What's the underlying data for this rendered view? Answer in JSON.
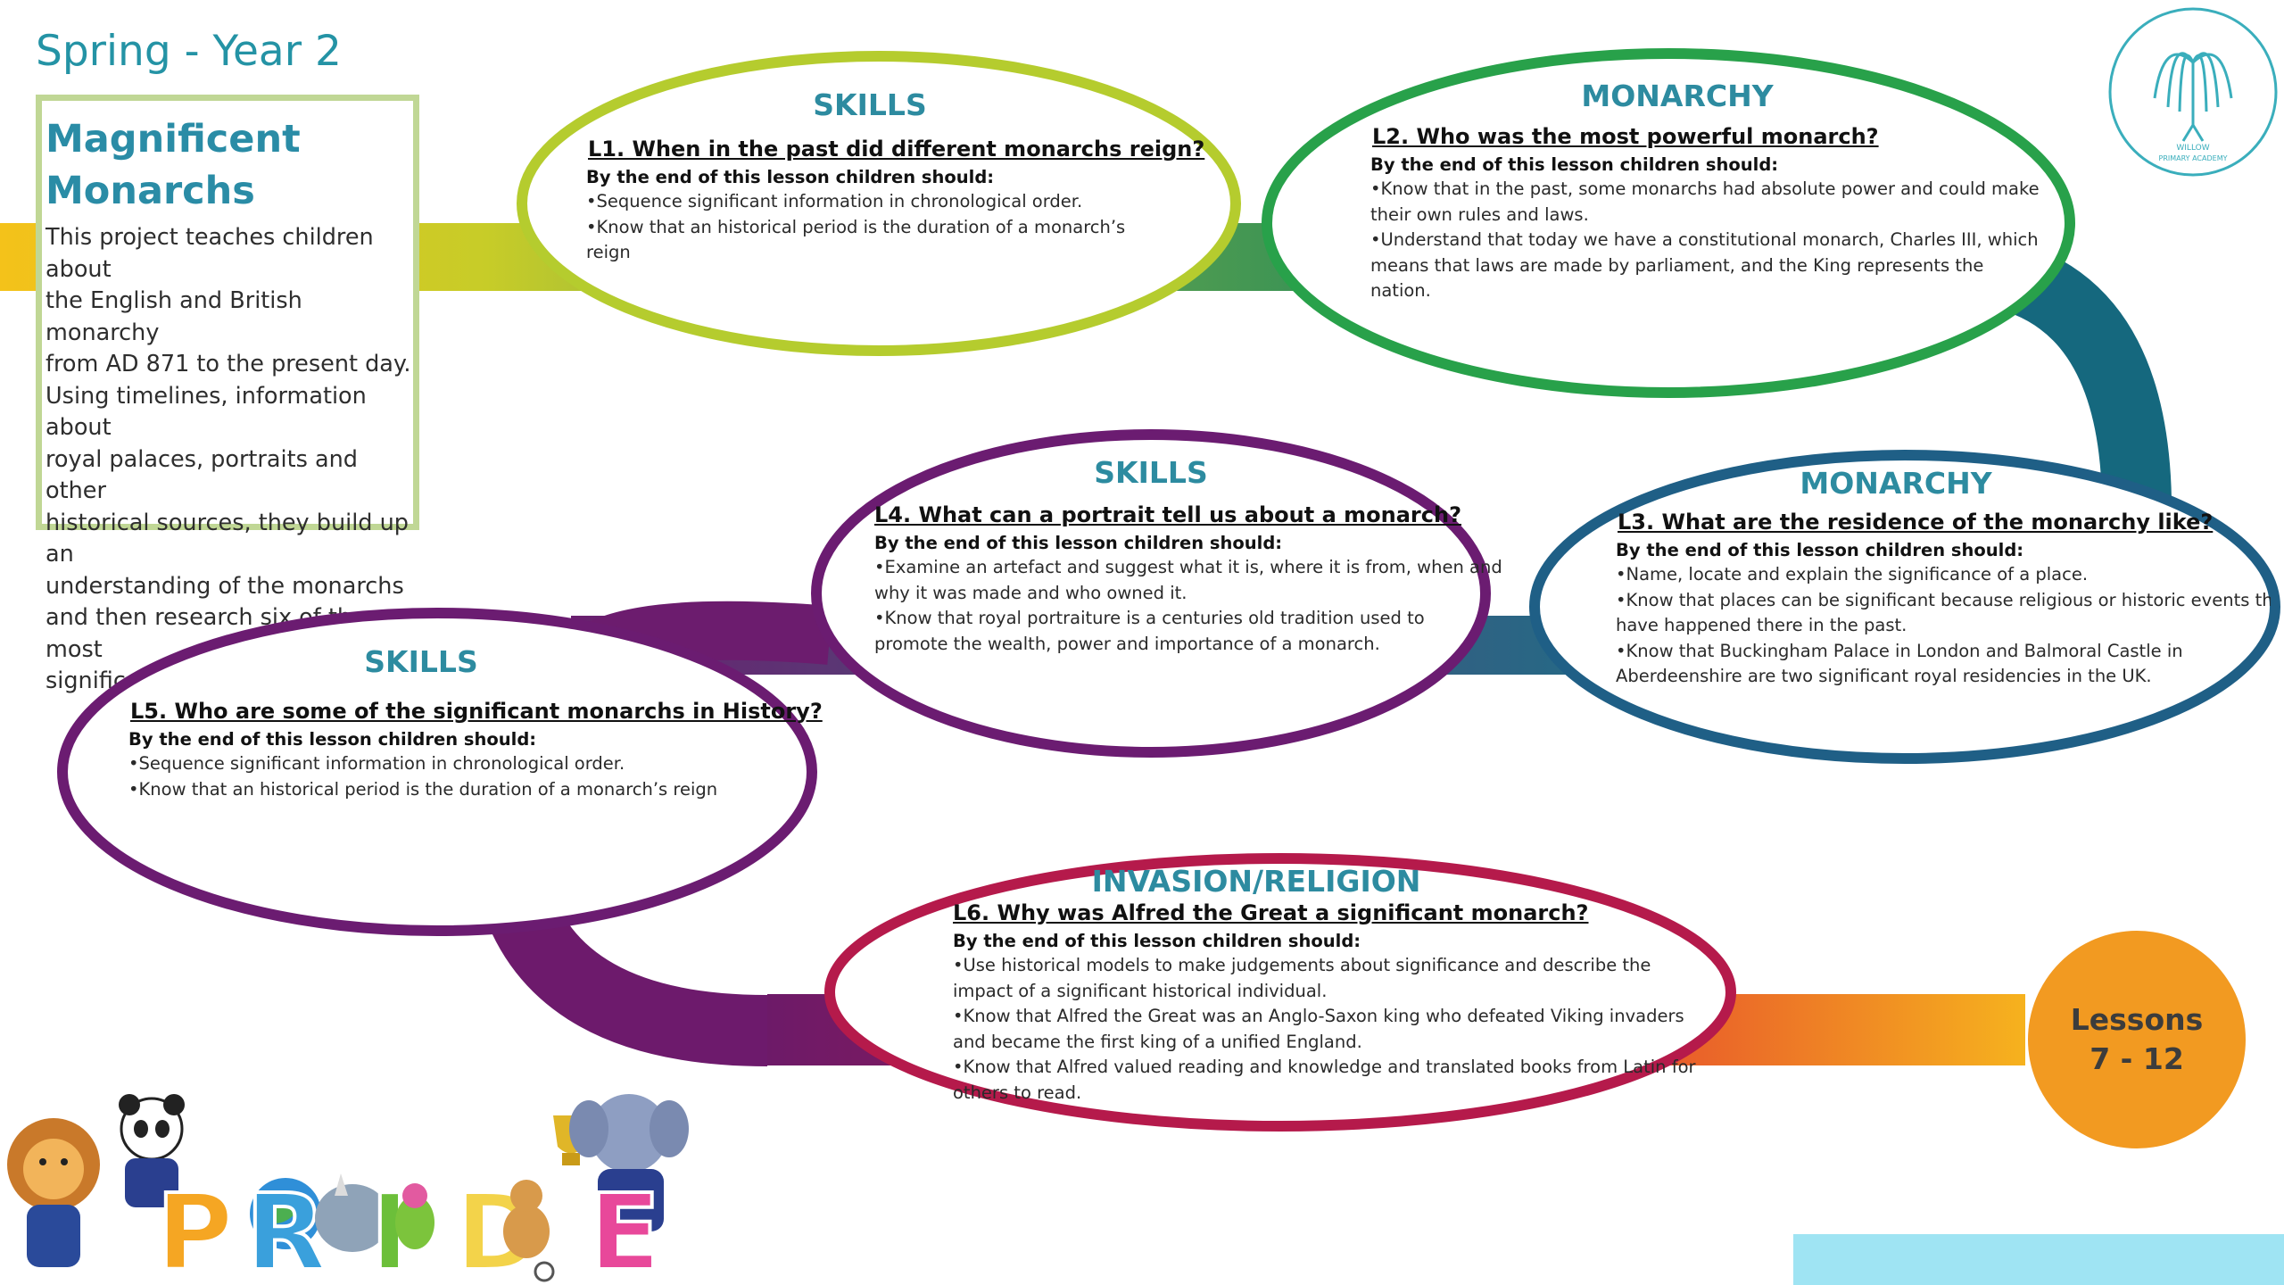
{
  "page": {
    "title": "Spring - Year 2"
  },
  "intro": {
    "heading_line1": "Magnificent",
    "heading_line2": "Monarchs",
    "lines": [
      "This project teaches children about",
      "the English and British monarchy",
      "from AD 871 to the present day.",
      "Using timelines, information about",
      "royal palaces, portraits and other",
      "historical sources, they build up an",
      "understanding of the monarchs",
      "and then research six of the most",
      "significant sovereigns."
    ]
  },
  "lessons": [
    {
      "category": "SKILLS",
      "title": "L1. When in the past did different monarchs reign?",
      "lead": "By the end of this lesson children should:",
      "points": [
        "•Sequence significant information in chronological order.",
        "•Know that an historical period is the duration of a monarch’s reign"
      ]
    },
    {
      "category": "MONARCHY",
      "title": "L2. Who was the most powerful monarch?",
      "lead": "By the end of this lesson children should:",
      "points": [
        "•Know that in the past, some monarchs had absolute power and could make",
        "their own rules and laws.",
        "•Understand that today we have a constitutional monarch, Charles III, which",
        "means that laws are made by parliament, and the King represents the",
        "nation."
      ]
    },
    {
      "category": "MONARCHY",
      "title": "L3. What are the residence of the monarchy like?",
      "lead": "By the end of this lesson children should:",
      "points": [
        "•Name, locate and explain the significance of a place.",
        "•Know that places can be significant because religious or historic events that",
        "have happened there in the past.",
        "•Know that Buckingham Palace in London and Balmoral Castle in",
        "Aberdeenshire are two significant royal residencies in the UK."
      ]
    },
    {
      "category": "SKILLS",
      "title": "L4. What can a portrait tell us about a monarch?",
      "lead": "By the end of this lesson children should:",
      "points": [
        "•Examine an artefact and suggest what it is, where it is from, when and",
        "why it was made and who owned it.",
        "•Know that royal portraiture is a centuries old tradition used to",
        "promote the wealth, power and importance of a monarch."
      ]
    },
    {
      "category": "SKILLS",
      "title": "L5. Who are some of the significant monarchs in History?",
      "lead": "By the end of this lesson children should:",
      "points": [
        "•Sequence significant information in chronological order.",
        "•Know that an historical period is the duration of a monarch’s reign"
      ]
    },
    {
      "category": "INVASION/RELIGION",
      "title": "L6. Why was Alfred the Great a significant monarch?",
      "lead": "By the end of this lesson children should:",
      "points": [
        "•Use historical models to make judgements about significance and describe the",
        "impact of a significant historical individual.",
        "•Know that Alfred the Great was an Anglo-Saxon king who defeated Viking invaders",
        "and became the first king of a unified England.",
        "•Know that Alfred valued reading and knowledge and translated books from Latin for",
        "others to read."
      ]
    }
  ],
  "badge": {
    "line1": "Lessons",
    "line2": "7 - 12"
  },
  "school_logo": {
    "text_line1": "WILLOW",
    "text_line2": "PRIMARY ACADEMY"
  },
  "pride_logo": {
    "letters": [
      "P",
      "R",
      "I",
      "D",
      "E"
    ]
  },
  "colors": {
    "teal_heading": "#2493a5",
    "ring_lime": "#b5cc2e",
    "ring_green": "#28a14a",
    "ring_navy": "#1f5f86",
    "ring_purple": "#6b1c71",
    "ring_crimson": "#b51a4b",
    "badge_orange": "#f29a21"
  }
}
